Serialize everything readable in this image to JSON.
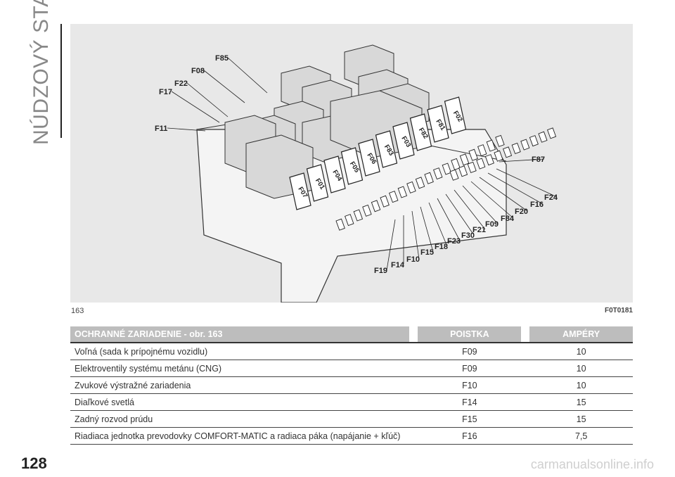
{
  "page": {
    "section_title": "NÚDZOVÝ STAV",
    "page_number": "128",
    "watermark": "carmanualsonline.info"
  },
  "figure": {
    "number": "163",
    "code": "F0T0181",
    "callouts": [
      "F85",
      "F08",
      "F22",
      "F17",
      "F11",
      "F87",
      "F24",
      "F16",
      "F20",
      "F84",
      "F09",
      "F21",
      "F30",
      "F23",
      "F18",
      "F15",
      "F10",
      "F14",
      "F19"
    ],
    "fuse_marks": [
      "F07",
      "F01",
      "F04",
      "F05",
      "F06",
      "F83",
      "F03",
      "F82",
      "F81",
      "F02"
    ]
  },
  "table": {
    "headers": {
      "device": "OCHRANNÉ ZARIADENIE - obr. 163",
      "fuse": "POISTKA",
      "amps": "AMPÉRY"
    },
    "rows": [
      {
        "device": "Voľná (sada k prípojnému vozidlu)",
        "fuse": "F09",
        "amps": "10"
      },
      {
        "device": "Elektroventily systému metánu (CNG)",
        "fuse": "F09",
        "amps": "10"
      },
      {
        "device": "Zvukové výstražné zariadenia",
        "fuse": "F10",
        "amps": "10"
      },
      {
        "device": "Diaľkové svetlá",
        "fuse": "F14",
        "amps": "15"
      },
      {
        "device": "Zadný rozvod prúdu",
        "fuse": "F15",
        "amps": "15"
      },
      {
        "device": "Riadiaca jednotka prevodovky COMFORT-MATIC a radiaca páka (napájanie + kľúč)",
        "fuse": "F16",
        "amps": "7,5"
      }
    ]
  }
}
